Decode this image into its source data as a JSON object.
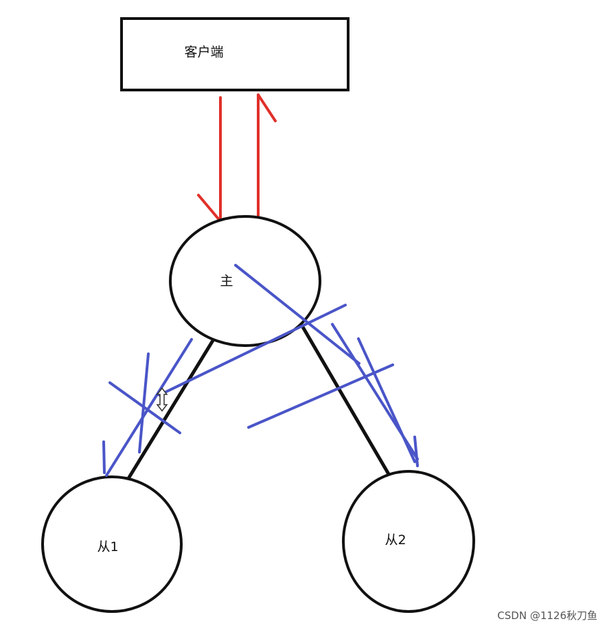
{
  "nodes": {
    "client": {
      "label": "客户端"
    },
    "master": {
      "label": "主"
    },
    "slave1": {
      "label": "从1"
    },
    "slave2": {
      "label": "从2"
    }
  },
  "watermark": "CSDN @1126秋刀鱼",
  "colors": {
    "outline": "#111111",
    "request_arrows": "#e0302a",
    "annotation_strokes": "#4a55c8",
    "background": "#ffffff"
  }
}
